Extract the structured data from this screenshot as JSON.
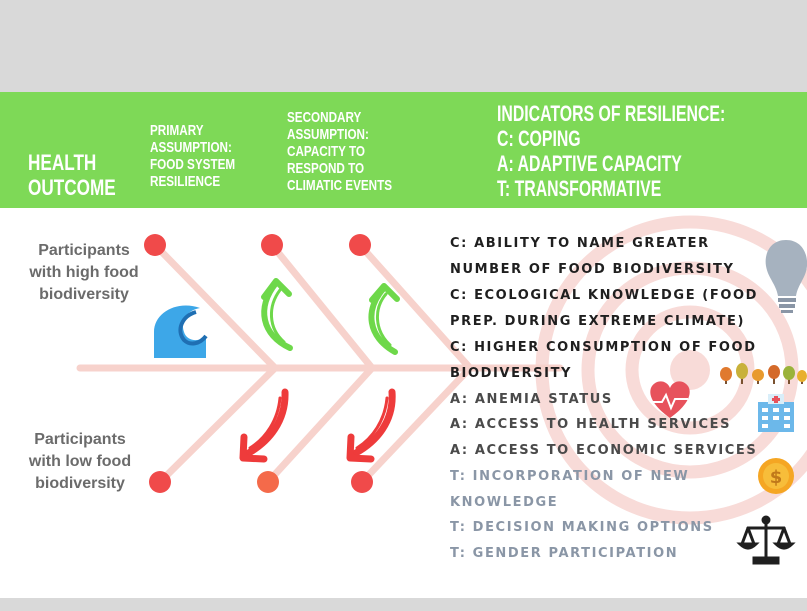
{
  "header": {
    "health_outcome": [
      "HEALTH",
      "OUTCOME"
    ],
    "primary_assumption": [
      "PRIMARY",
      "ASSUMPTION:",
      "FOOD SYSTEM",
      "RESILIENCE"
    ],
    "secondary_assumption": [
      "SECONDARY",
      "ASSUMPTION:",
      "CAPACITY TO",
      "RESPOND TO",
      "CLIMATIC EVENTS"
    ],
    "indicators": [
      "INDICATORS OF RESILIENCE:",
      "C: COPING",
      "A: ADAPTIVE CAPACITY",
      "T: TRANSFORMATIVE"
    ]
  },
  "participants": {
    "high": [
      "Participants",
      "with high food",
      "biodiversity"
    ],
    "low": [
      "Participants",
      "with low food",
      "biodiversity"
    ]
  },
  "indicator_lines": [
    {
      "text": "C: ABILITY TO NAME GREATER",
      "type": "c"
    },
    {
      "text": "NUMBER OF FOOD BIODIVERSITY",
      "type": "c"
    },
    {
      "text": "C: ECOLOGICAL KNOWLEDGE (FOOD",
      "type": "c"
    },
    {
      "text": "PREP. DURING EXTREME CLIMATE)",
      "type": "c"
    },
    {
      "text": "C: HIGHER CONSUMPTION OF FOOD",
      "type": "c"
    },
    {
      "text": "BIODIVERSITY",
      "type": "c"
    },
    {
      "text": "A: ANEMIA STATUS",
      "type": "a"
    },
    {
      "text": "A: ACCESS TO HEALTH SERVICES",
      "type": "a"
    },
    {
      "text": "A: ACCESS TO ECONOMIC SERVICES",
      "type": "a"
    },
    {
      "text": "T: INCORPORATION OF NEW",
      "type": "t"
    },
    {
      "text": "KNOWLEDGE",
      "type": "t"
    },
    {
      "text": "T: DECISION MAKING OPTIONS",
      "type": "t"
    },
    {
      "text": "T: GENDER PARTICIPATION",
      "type": "t"
    }
  ],
  "icons": [
    "wave-icon",
    "lightbulb-icon",
    "trees-icon",
    "heart-pulse-icon",
    "hospital-icon",
    "coin-icon",
    "scales-icon",
    "arrow-up-icon",
    "arrow-down-icon"
  ],
  "colors": {
    "header_bg": "#7ed957",
    "top_band": "#d9d9d9",
    "node": "#f04a4a",
    "node_alt": "#f46a4a",
    "bone": "#f7d2cc",
    "green_arrow": "#6ed84a",
    "red_arrow": "#ee3b3b",
    "target": "#f3c3bf",
    "coping_text": "#1f1f1f",
    "adaptive_text": "#4a4a4a",
    "transform_text": "#8a96a6"
  }
}
